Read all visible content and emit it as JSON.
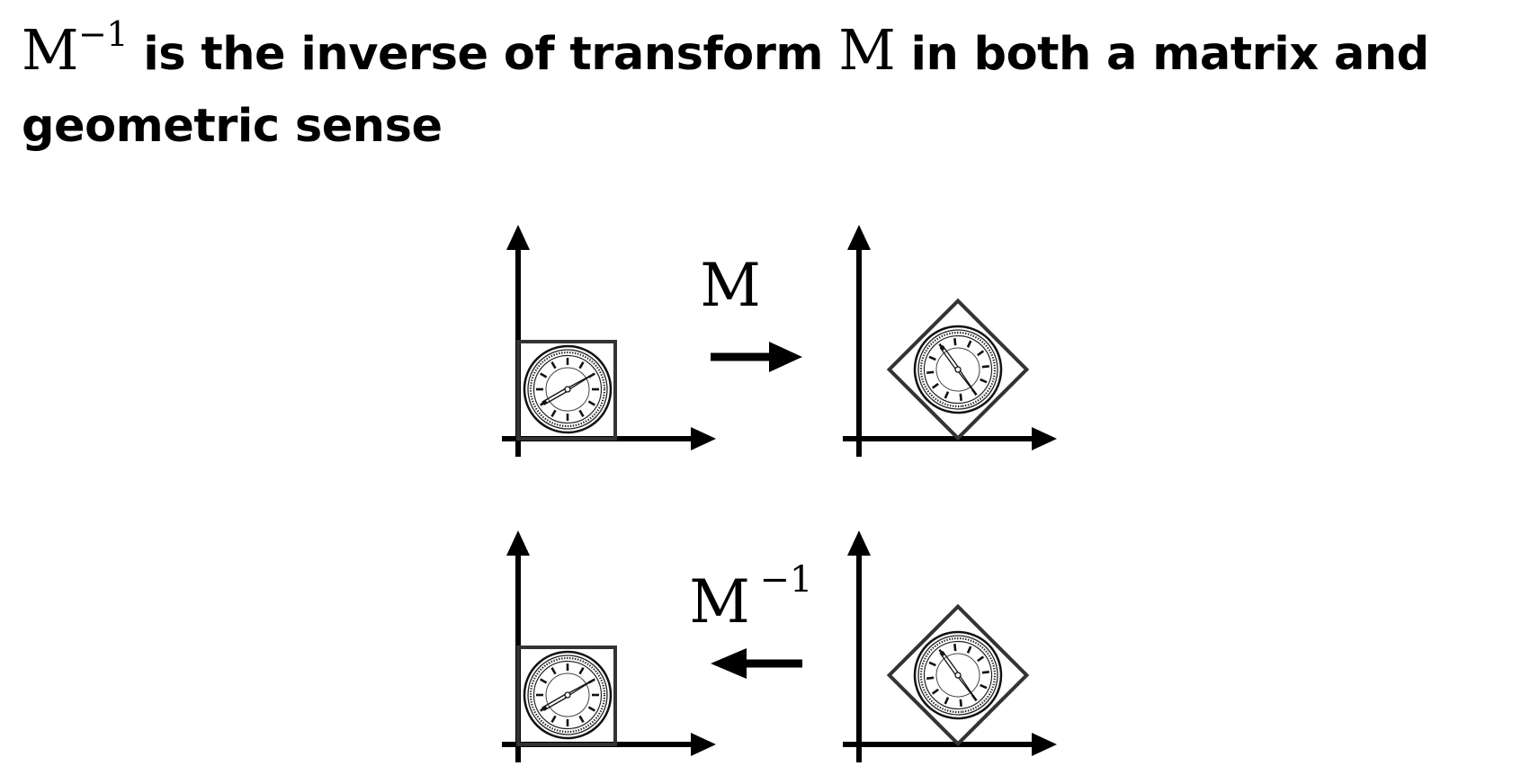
{
  "title": {
    "symbol_inverse": "M",
    "symbol_inverse_exp": "−1",
    "text_before_M": "is the inverse of transform",
    "symbol_forward": "M",
    "text_after_M": "in both a matrix and geometric sense"
  },
  "diagram": {
    "forward_label": "M",
    "inverse_label": "M",
    "inverse_label_exp": "−1"
  }
}
